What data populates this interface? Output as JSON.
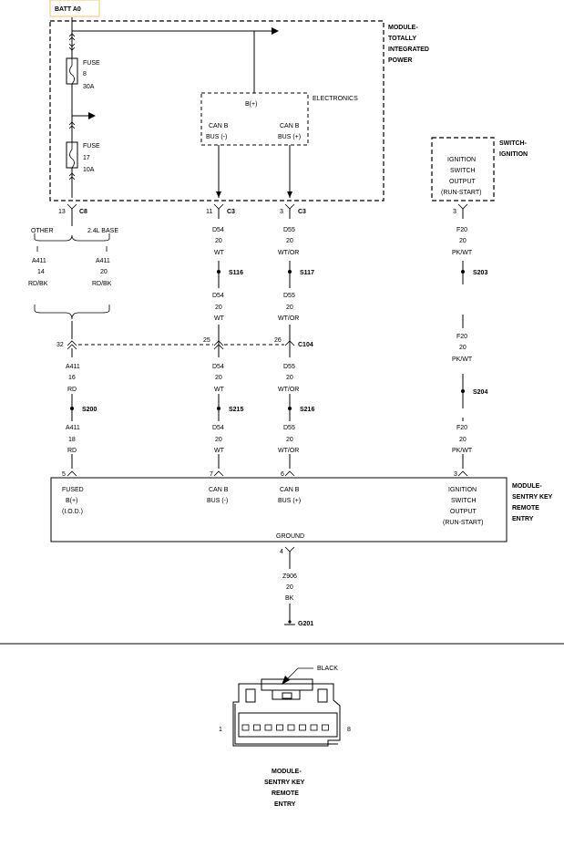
{
  "batt_label": "BATT A0",
  "tip_module": {
    "l1": "MODULE-",
    "l2": "TOTALLY",
    "l3": "INTEGRATED",
    "l4": "POWER"
  },
  "fuse8": {
    "name": "FUSE",
    "num": "8",
    "amp": "30A"
  },
  "fuse17": {
    "name": "FUSE",
    "num": "17",
    "amp": "10A"
  },
  "electronics": {
    "label": "ELECTRONICS",
    "bplus": "B(+)",
    "canb_l": "CAN B",
    "bus_minus": "BUS (-)",
    "canb_r": "CAN B",
    "bus_plus": "BUS (+)"
  },
  "switch_ign": {
    "title1": "SWITCH-",
    "title2": "IGNITION",
    "l1": "IGNITION",
    "l2": "SWITCH",
    "l3": "OUTPUT",
    "l4": "(RUN-START)"
  },
  "connectors": {
    "c8_pin": "13",
    "c8": "C8",
    "c3a_pin": "11",
    "c3a": "C3",
    "c3b_pin": "3",
    "c3b": "C3",
    "sw_pin": "3",
    "c104_p1": "32",
    "c104_p2": "25",
    "c104_p3": "26",
    "c104": "C104",
    "skrm_p1": "5",
    "skrm_p2": "7",
    "skrm_p3": "6",
    "skrm_p4": "3",
    "skrm_p5": "4"
  },
  "variants": {
    "other": "OTHER",
    "base": "2.4L BASE"
  },
  "wires": {
    "a411_14": [
      "A411",
      "14",
      "RD/BK"
    ],
    "a411_20": [
      "A411",
      "20",
      "RD/BK"
    ],
    "d54_1": [
      "D54",
      "20",
      "WT"
    ],
    "d55_1": [
      "D55",
      "20",
      "WT/OR"
    ],
    "f20_1": [
      "F20",
      "20",
      "PK/WT"
    ],
    "d54_2": [
      "D54",
      "20",
      "WT"
    ],
    "d55_2": [
      "D55",
      "20",
      "WT/OR"
    ],
    "f20_2": [
      "F20",
      "20",
      "PK/WT"
    ],
    "a411_16": [
      "A411",
      "16",
      "RD"
    ],
    "d54_3": [
      "D54",
      "20",
      "WT"
    ],
    "d55_3": [
      "D55",
      "20",
      "WT/OR"
    ],
    "a411_18": [
      "A411",
      "18",
      "RD"
    ],
    "d54_4": [
      "D54",
      "20",
      "WT"
    ],
    "d55_4": [
      "D55",
      "20",
      "WT/OR"
    ],
    "f20_3": [
      "F20",
      "20",
      "PK/WT"
    ],
    "z906": [
      "Z906",
      "20",
      "BK"
    ]
  },
  "splices": {
    "s116": "S116",
    "s117": "S117",
    "s203": "S203",
    "s200": "S200",
    "s215": "S215",
    "s216": "S216",
    "s204": "S204"
  },
  "skrm_box": {
    "fused_l1": "FUSED",
    "fused_l2": "B(+)",
    "fused_l3": "(I.O.D.)",
    "canb1_l1": "CAN B",
    "canb1_l2": "BUS (-)",
    "canb2_l1": "CAN B",
    "canb2_l2": "BUS (+)",
    "ign_l1": "IGNITION",
    "ign_l2": "SWITCH",
    "ign_l3": "OUTPUT",
    "ign_l4": "(RUN-START)",
    "ground": "GROUND"
  },
  "skrm_title": {
    "l1": "MODULE-",
    "l2": "SENTRY KEY",
    "l3": "REMOTE",
    "l4": "ENTRY"
  },
  "ground_label": "G201",
  "connector_view": {
    "color": "BLACK",
    "pin_first": "1",
    "pin_last": "8",
    "caption": {
      "l1": "MODULE-",
      "l2": "SENTRY KEY",
      "l3": "REMOTE",
      "l4": "ENTRY"
    }
  }
}
